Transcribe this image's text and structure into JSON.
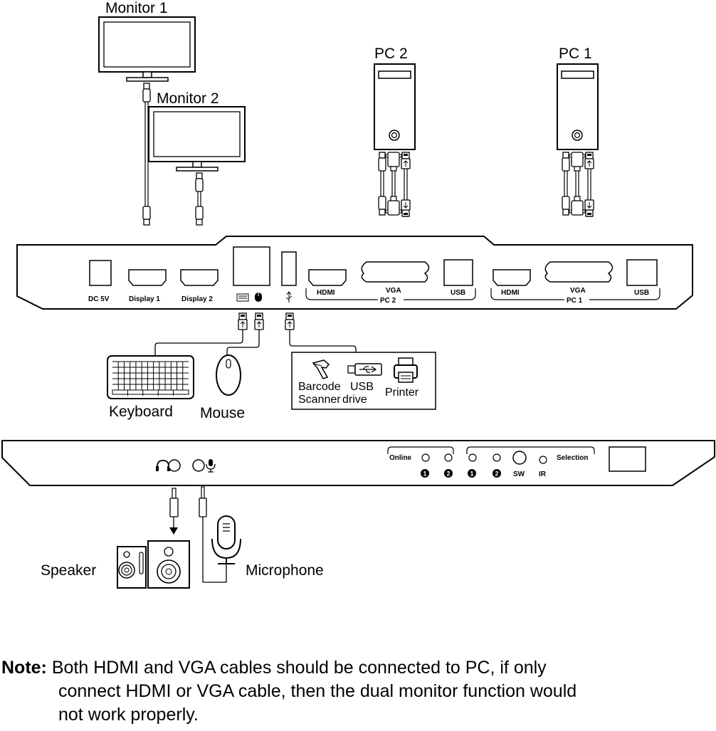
{
  "devices": {
    "monitor1": "Monitor  1",
    "monitor2": "Monitor  2",
    "pc2": "PC 2",
    "pc1": "PC 1",
    "keyboard": "Keyboard",
    "mouse": "Mouse",
    "barcode_line1": "Barcode",
    "barcode_line2": "Scanner",
    "usb_line1": "USB",
    "usb_line2": "drive",
    "printer": "Printer",
    "speaker": "Speaker",
    "microphone": "Microphone"
  },
  "rear_panel": {
    "dc": "DC 5V",
    "display1": "Display 1",
    "display2": "Display 2",
    "pc2": {
      "hdmi": "HDMI",
      "vga": "VGA",
      "usb": "USB",
      "group": "PC 2"
    },
    "pc1": {
      "hdmi": "HDMI",
      "vga": "VGA",
      "usb": "USB",
      "group": "PC 1"
    }
  },
  "front_panel": {
    "online": "Online",
    "selection": "Selection",
    "num1": "1",
    "num2": "2",
    "sw": "SW",
    "ir": "IR"
  },
  "note": {
    "label": "Note:",
    "line1": "Both HDMI and VGA cables should be connected to PC, if only",
    "line2": "connect HDMI or VGA cable, then the dual monitor function would",
    "line3": "not work properly."
  }
}
